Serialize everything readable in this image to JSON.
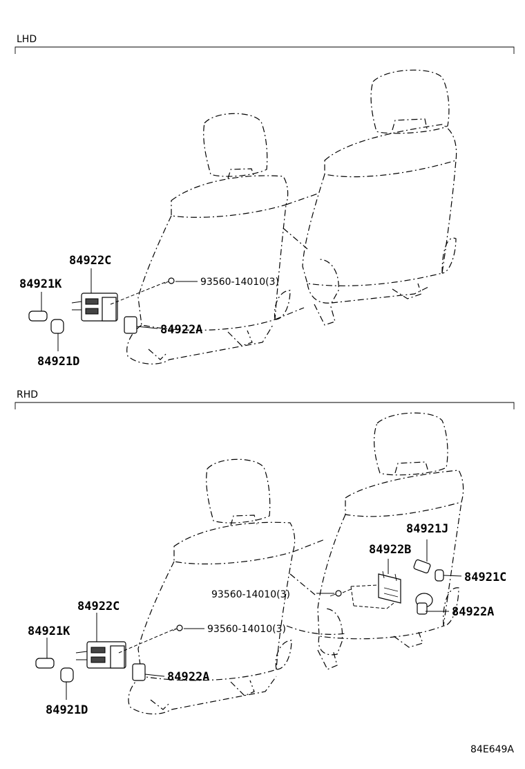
{
  "sections": {
    "lhd": {
      "label": "LHD",
      "labels": {
        "c": "84922C",
        "k": "84921K",
        "bolt": "93560-14010(3)",
        "a": "84922A",
        "d": "84921D"
      }
    },
    "rhd": {
      "label": "RHD",
      "labels": {
        "j": "84921J",
        "b": "84922B",
        "c_right": "84921C",
        "bolt_right": "93560-14010(3)",
        "a_right": "84922A",
        "c": "84922C",
        "k": "84921K",
        "bolt": "93560-14010(3)",
        "a": "84922A",
        "d": "84921D"
      }
    }
  },
  "diagram_code": "84E649A",
  "icons": {
    "seat": "car-seat-outline",
    "switch": "seat-switch-part",
    "bolt": "screw-bolt",
    "knob": "switch-knob"
  }
}
